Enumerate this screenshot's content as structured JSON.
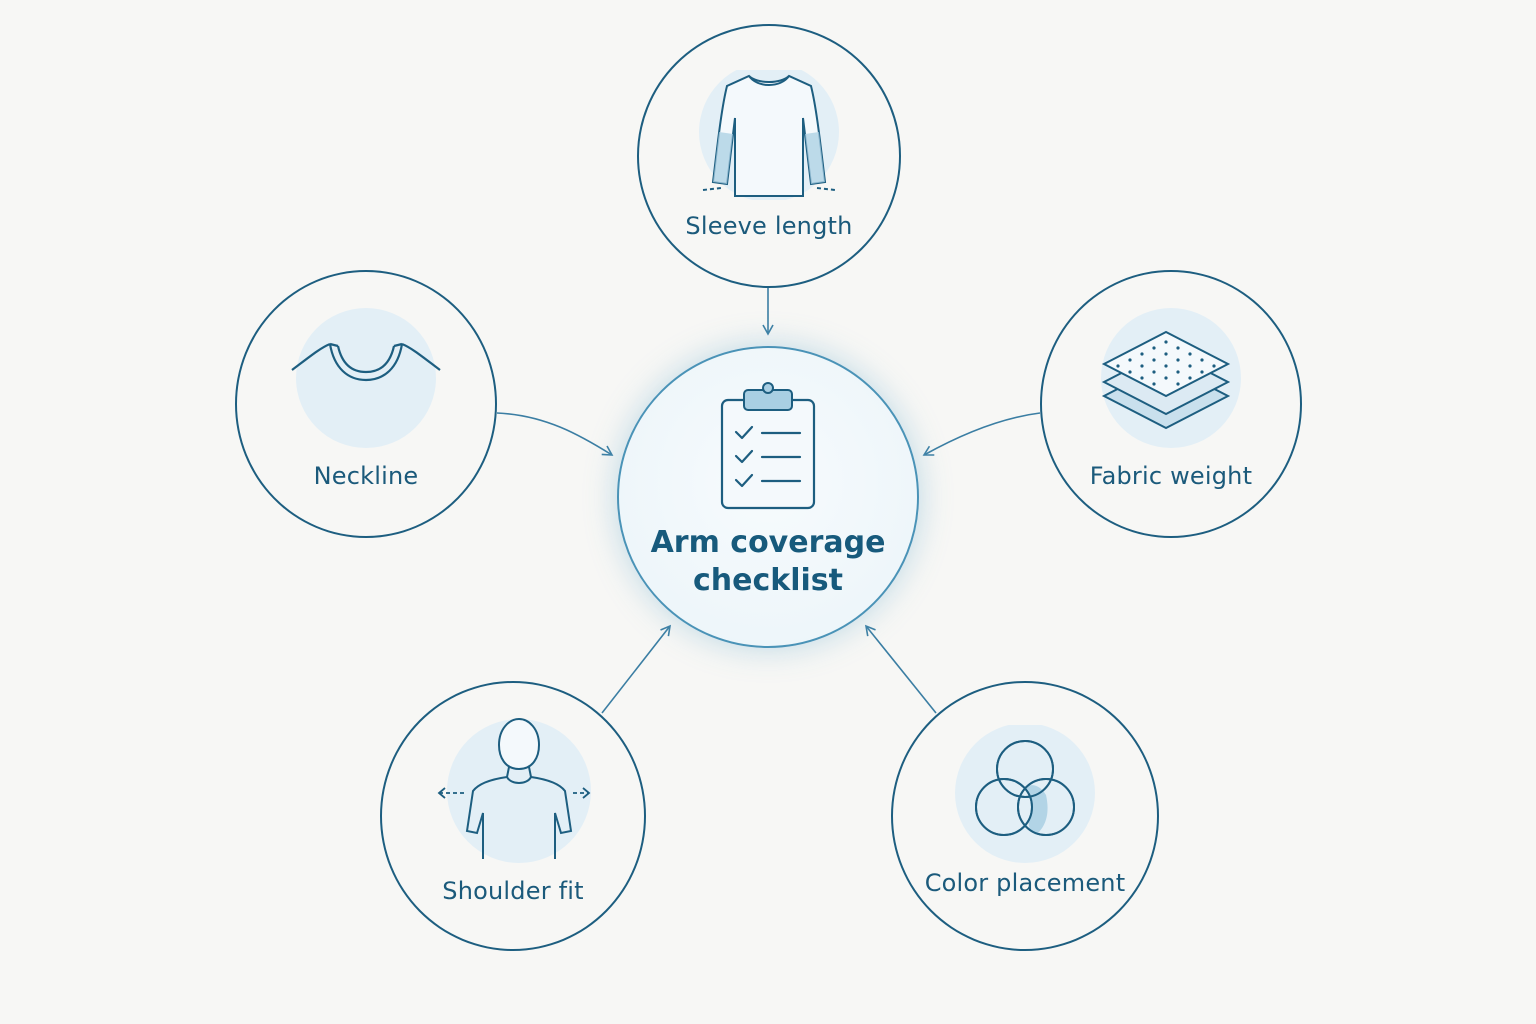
{
  "center": {
    "icon": "clipboard-checklist-icon",
    "label": "Arm coverage checklist"
  },
  "factors": [
    {
      "id": "sleeve-length",
      "label": "Sleeve length",
      "icon": "long-sleeve-shirt-icon"
    },
    {
      "id": "neckline",
      "label": "Neckline",
      "icon": "neckline-icon"
    },
    {
      "id": "fabric-weight",
      "label": "Fabric weight",
      "icon": "fabric-layers-icon"
    },
    {
      "id": "shoulder-fit",
      "label": "Shoulder fit",
      "icon": "shoulder-person-icon"
    },
    {
      "id": "color-placement",
      "label": "Color placement",
      "icon": "overlapping-circles-icon"
    }
  ],
  "colors": {
    "outline": "#1d5e80",
    "text": "#1b5a7b",
    "accent_fill": "#e3eff6",
    "background": "#f7f7f5"
  }
}
